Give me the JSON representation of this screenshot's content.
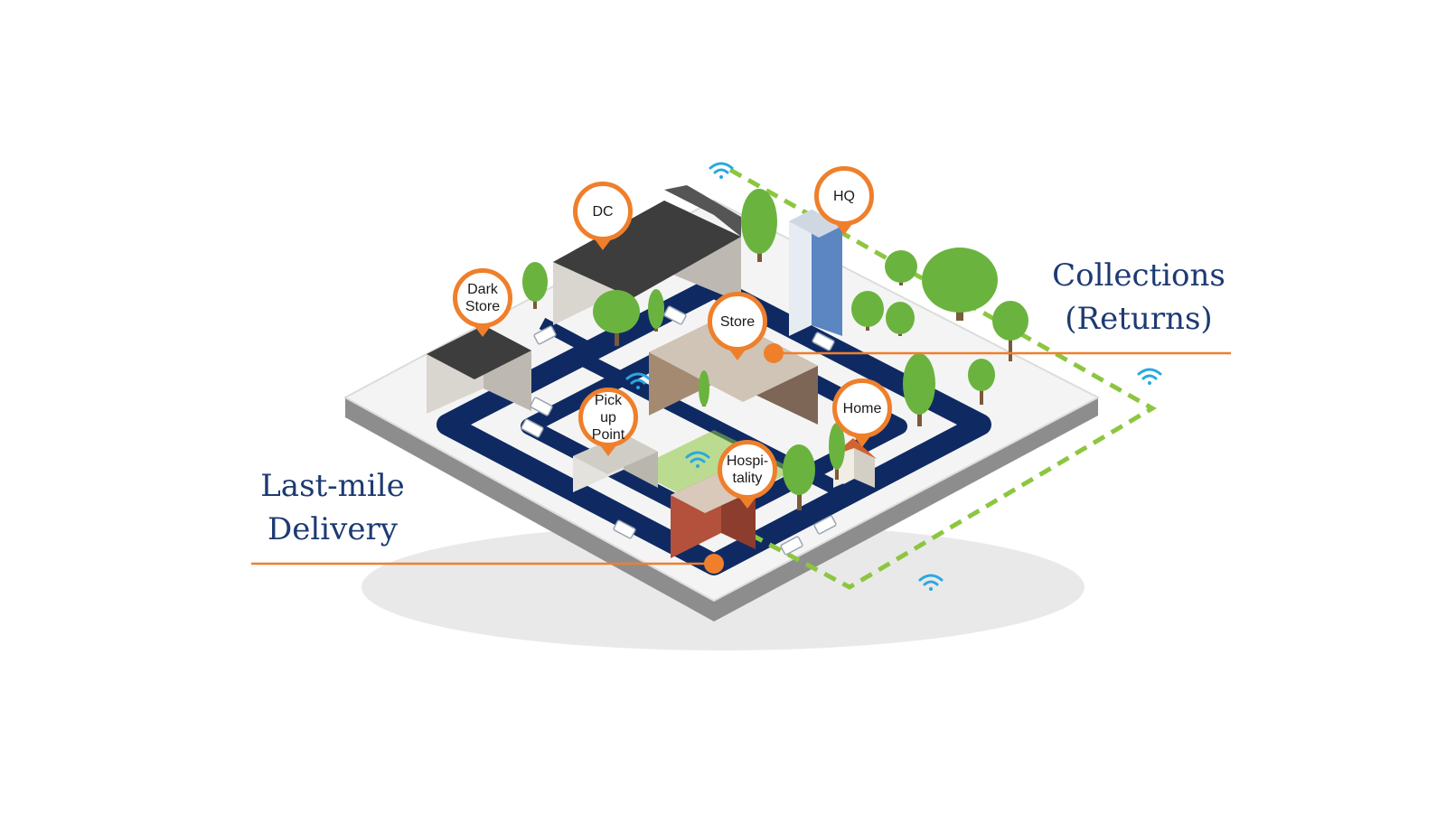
{
  "colors": {
    "pin_orange": "#ef7f2b",
    "road_navy": "#0f2a63",
    "label_navy": "#1d3a72",
    "route_green": "#8cc63f",
    "wifi_blue": "#29a8e0",
    "tree_green": "#6bb33f"
  },
  "icons": [
    "wifi-icon",
    "tree-icon",
    "van-icon",
    "building-icon"
  ],
  "locations": [
    {
      "id": "dc",
      "label": "DC"
    },
    {
      "id": "hq",
      "label": "HQ"
    },
    {
      "id": "dark-store",
      "label": "Dark\nStore"
    },
    {
      "id": "store",
      "label": "Store"
    },
    {
      "id": "pickup",
      "label": "Pick up\nPoint"
    },
    {
      "id": "home",
      "label": "Home"
    },
    {
      "id": "hospitality",
      "label": "Hospi-\ntality"
    }
  ],
  "callouts": {
    "collections": "Collections\n(Returns)",
    "last_mile": "Last-mile\nDelivery"
  }
}
